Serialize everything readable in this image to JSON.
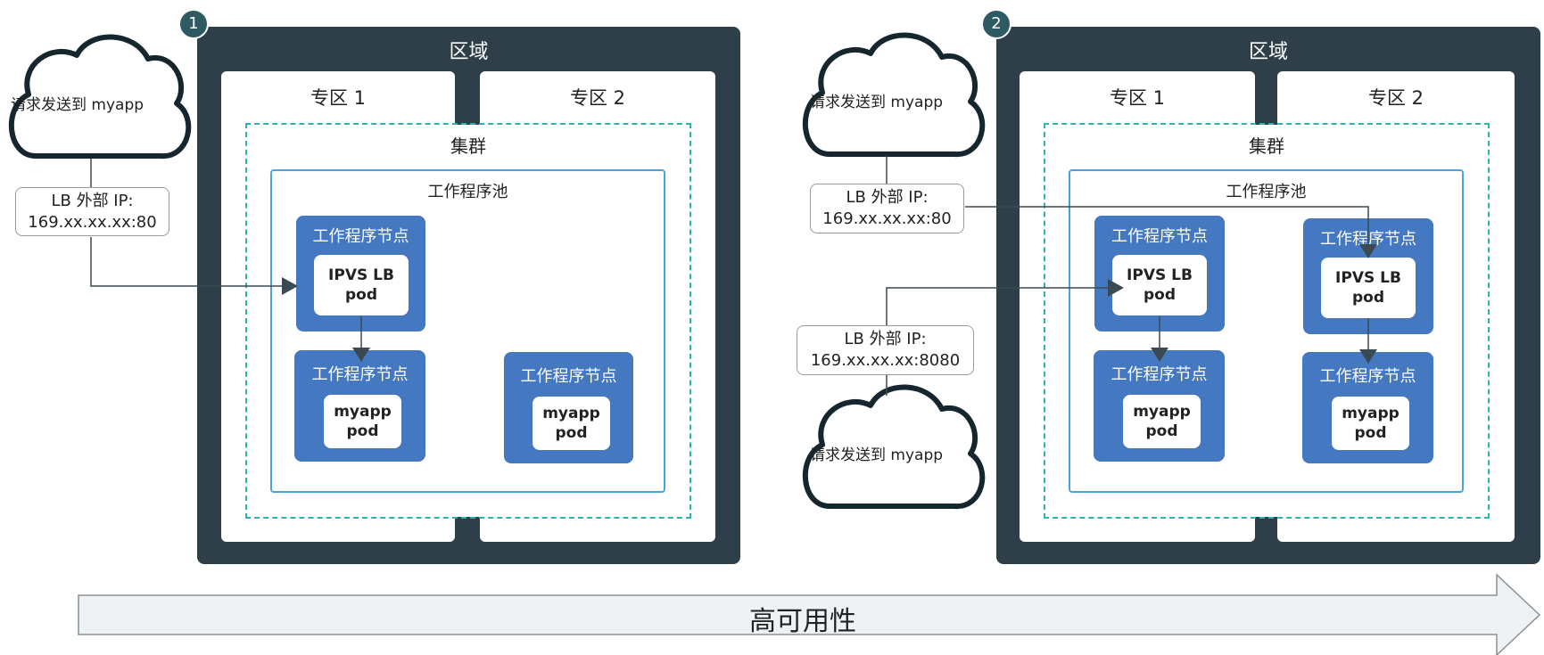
{
  "bottom_arrow": {
    "label": "高可用性"
  },
  "panel1": {
    "badge": "1",
    "region": "区域",
    "zone1": "专区 1",
    "zone2": "专区 2",
    "cluster": "集群",
    "pool": "工作程序池",
    "cloud": "请求发送到 myapp",
    "ip": {
      "line1": "LB 外部 IP:",
      "line2": "169.xx.xx.xx:80"
    },
    "lb_node": {
      "label": "工作程序节点",
      "pod_line1": "IPVS LB",
      "pod_line2": "pod"
    },
    "app_node_a": {
      "label": "工作程序节点",
      "pod_line1": "myapp",
      "pod_line2": "pod"
    },
    "app_node_b": {
      "label": "工作程序节点",
      "pod_line1": "myapp",
      "pod_line2": "pod"
    }
  },
  "panel2": {
    "badge": "2",
    "region": "区域",
    "zone1": "专区 1",
    "zone2": "专区 2",
    "cluster": "集群",
    "pool": "工作程序池",
    "cloud_top": "请求发送到 myapp",
    "cloud_bottom": "请求发送到 myapp",
    "ip_top": {
      "line1": "LB 外部 IP:",
      "line2": "169.xx.xx.xx:80"
    },
    "ip_bottom": {
      "line1": "LB 外部 IP:",
      "line2": "169.xx.xx.xx:8080"
    },
    "lb_node_a": {
      "label": "工作程序节点",
      "pod_line1": "IPVS LB",
      "pod_line2": "pod"
    },
    "lb_node_b": {
      "label": "工作程序节点",
      "pod_line1": "IPVS LB",
      "pod_line2": "pod"
    },
    "app_node_a": {
      "label": "工作程序节点",
      "pod_line1": "myapp",
      "pod_line2": "pod"
    },
    "app_node_b": {
      "label": "工作程序节点",
      "pod_line1": "myapp",
      "pod_line2": "pod"
    }
  },
  "colors": {
    "region": "#2e3f49",
    "node": "#4478c1",
    "cluster_border": "#2bb5a8",
    "pool_border": "#4aa3df",
    "badge": "#2e5a63",
    "arrow_fill": "#eef2f4"
  }
}
